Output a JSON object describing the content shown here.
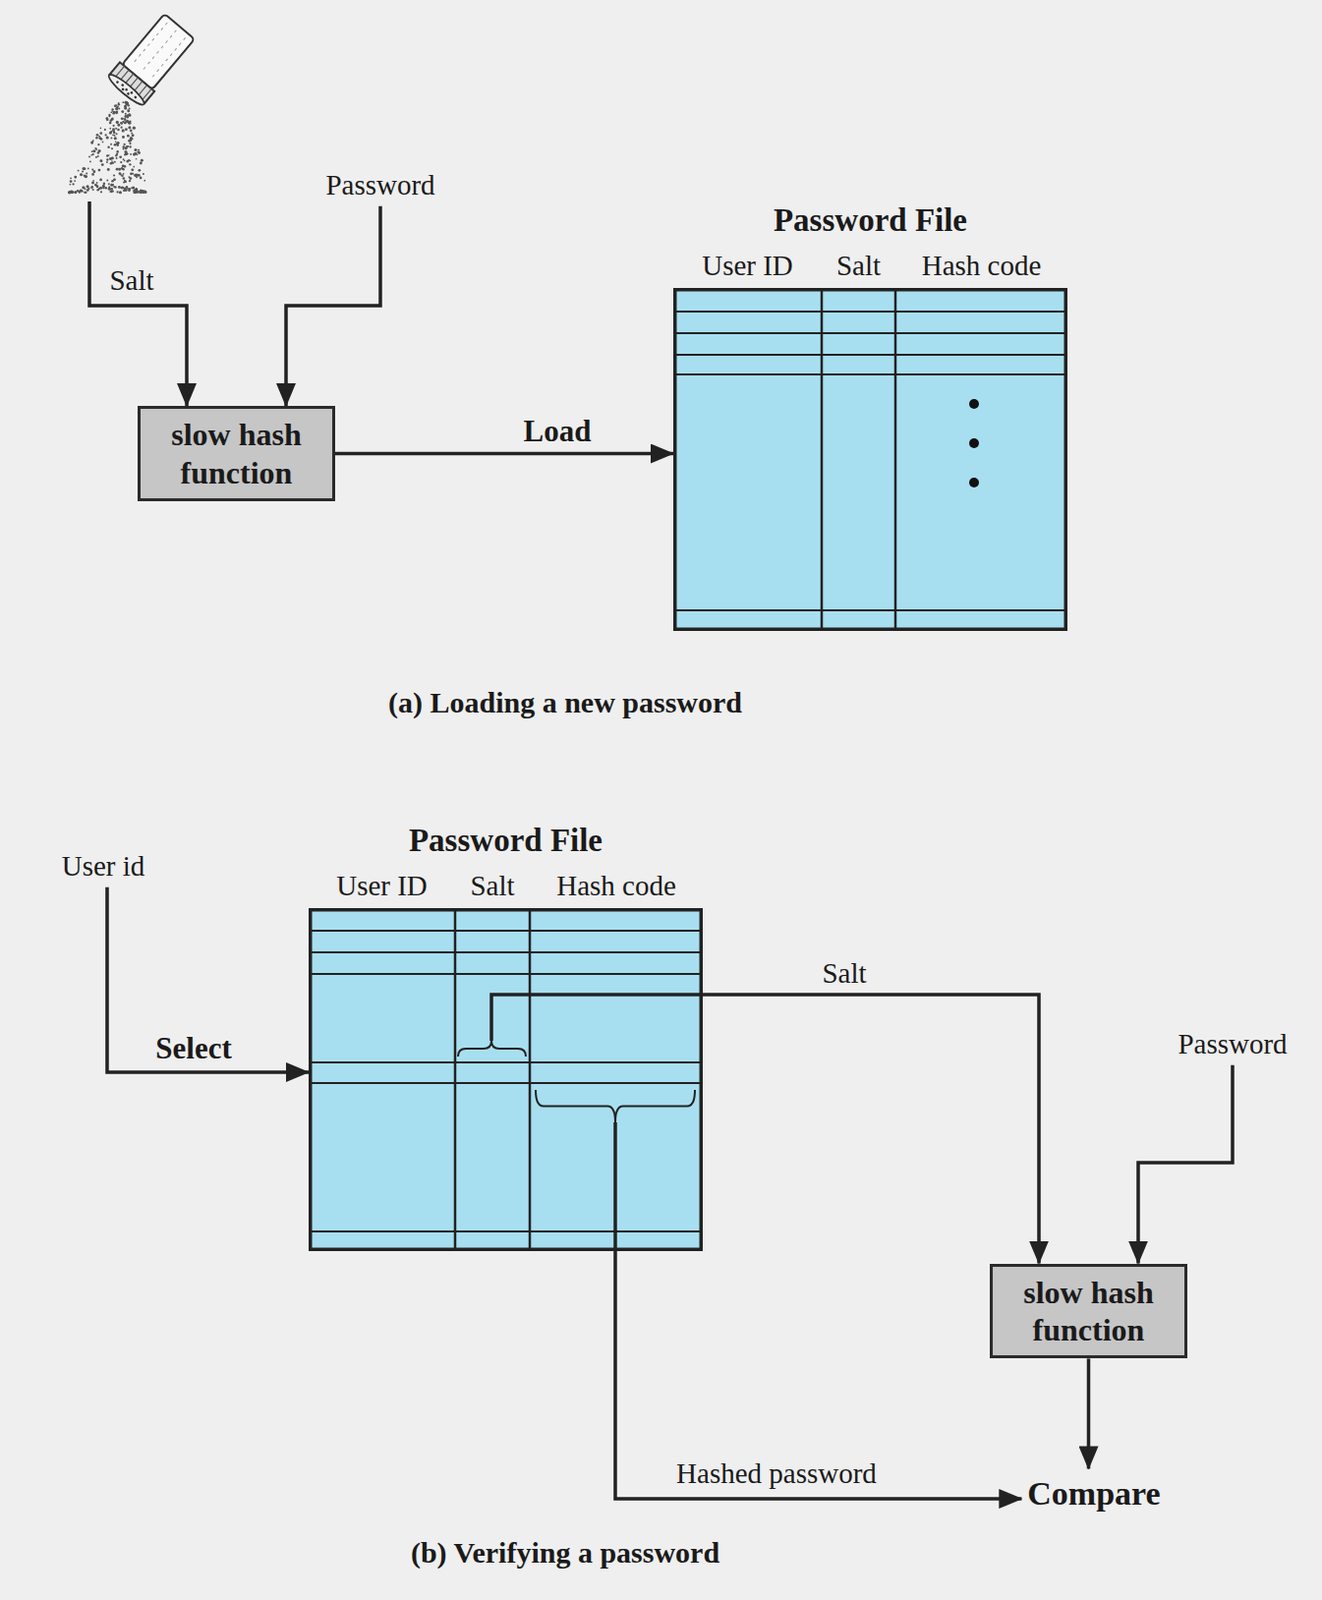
{
  "diagram": {
    "nodes": [
      {
        "text": [
          "slow hash function"
        ]
      },
      {
        "text": [
          "Password File",
          "User ID",
          "Salt",
          "Hash code"
        ]
      },
      {
        "text": [
          "Password File",
          "User ID",
          "Salt",
          "Hash code"
        ]
      },
      {
        "text": [
          "slow hash function"
        ]
      }
    ],
    "edges": [
      {
        "from": 0,
        "to": 1,
        "arrow": "to",
        "label": "Load"
      },
      {
        "from": 2,
        "to": 3,
        "arrow": "to",
        "label": "Salt"
      }
    ],
    "labels": [
      "Password",
      "Salt",
      "(a) Loading a new password",
      "User id",
      "Select",
      "Password",
      "Hashed password",
      "Compare",
      "(b) Verifying a password"
    ]
  }
}
